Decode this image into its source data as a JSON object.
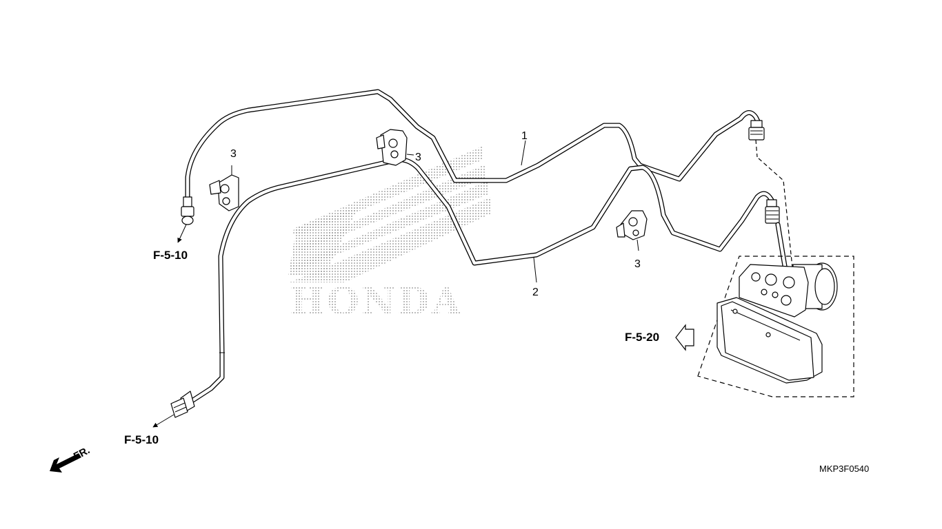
{
  "watermark": {
    "brand_text": "HONDA"
  },
  "callouts": {
    "pipe_1": "1",
    "pipe_2": "2",
    "clamp_upper_left": "3",
    "clamp_upper_center": "3",
    "clamp_lower_right": "3"
  },
  "references": {
    "upper_left": "F-5-10",
    "lower_left": "F-5-10",
    "modulator": "F-5-20"
  },
  "direction": {
    "front_label": "FR."
  },
  "diagram_code": "MKP3F0540",
  "colors": {
    "line": "#000000",
    "background": "#ffffff",
    "watermark_dots": "#8c8c8c"
  }
}
